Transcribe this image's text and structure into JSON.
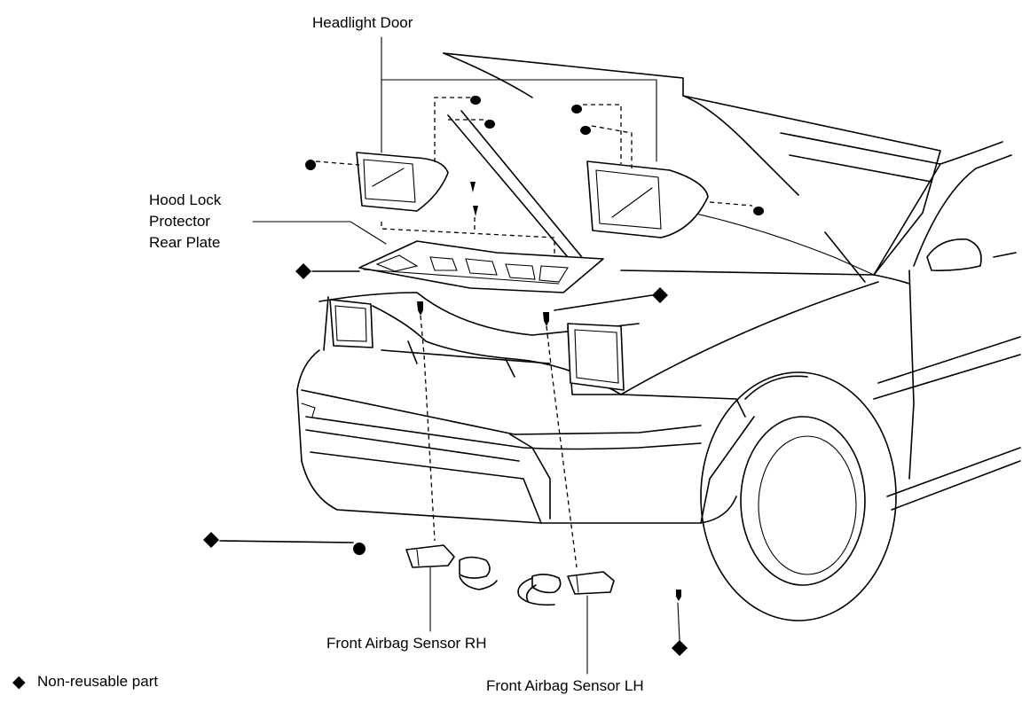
{
  "labels": {
    "headlight_door": "Headlight Door",
    "hood_lock_line1": "Hood Lock",
    "hood_lock_line2": "Protector",
    "hood_lock_line3": "Rear Plate",
    "sensor_rh": "Front Airbag Sensor RH",
    "sensor_lh": "Front Airbag Sensor LH"
  },
  "legend": {
    "symbol": "◆",
    "text": "Non-reusable part"
  }
}
